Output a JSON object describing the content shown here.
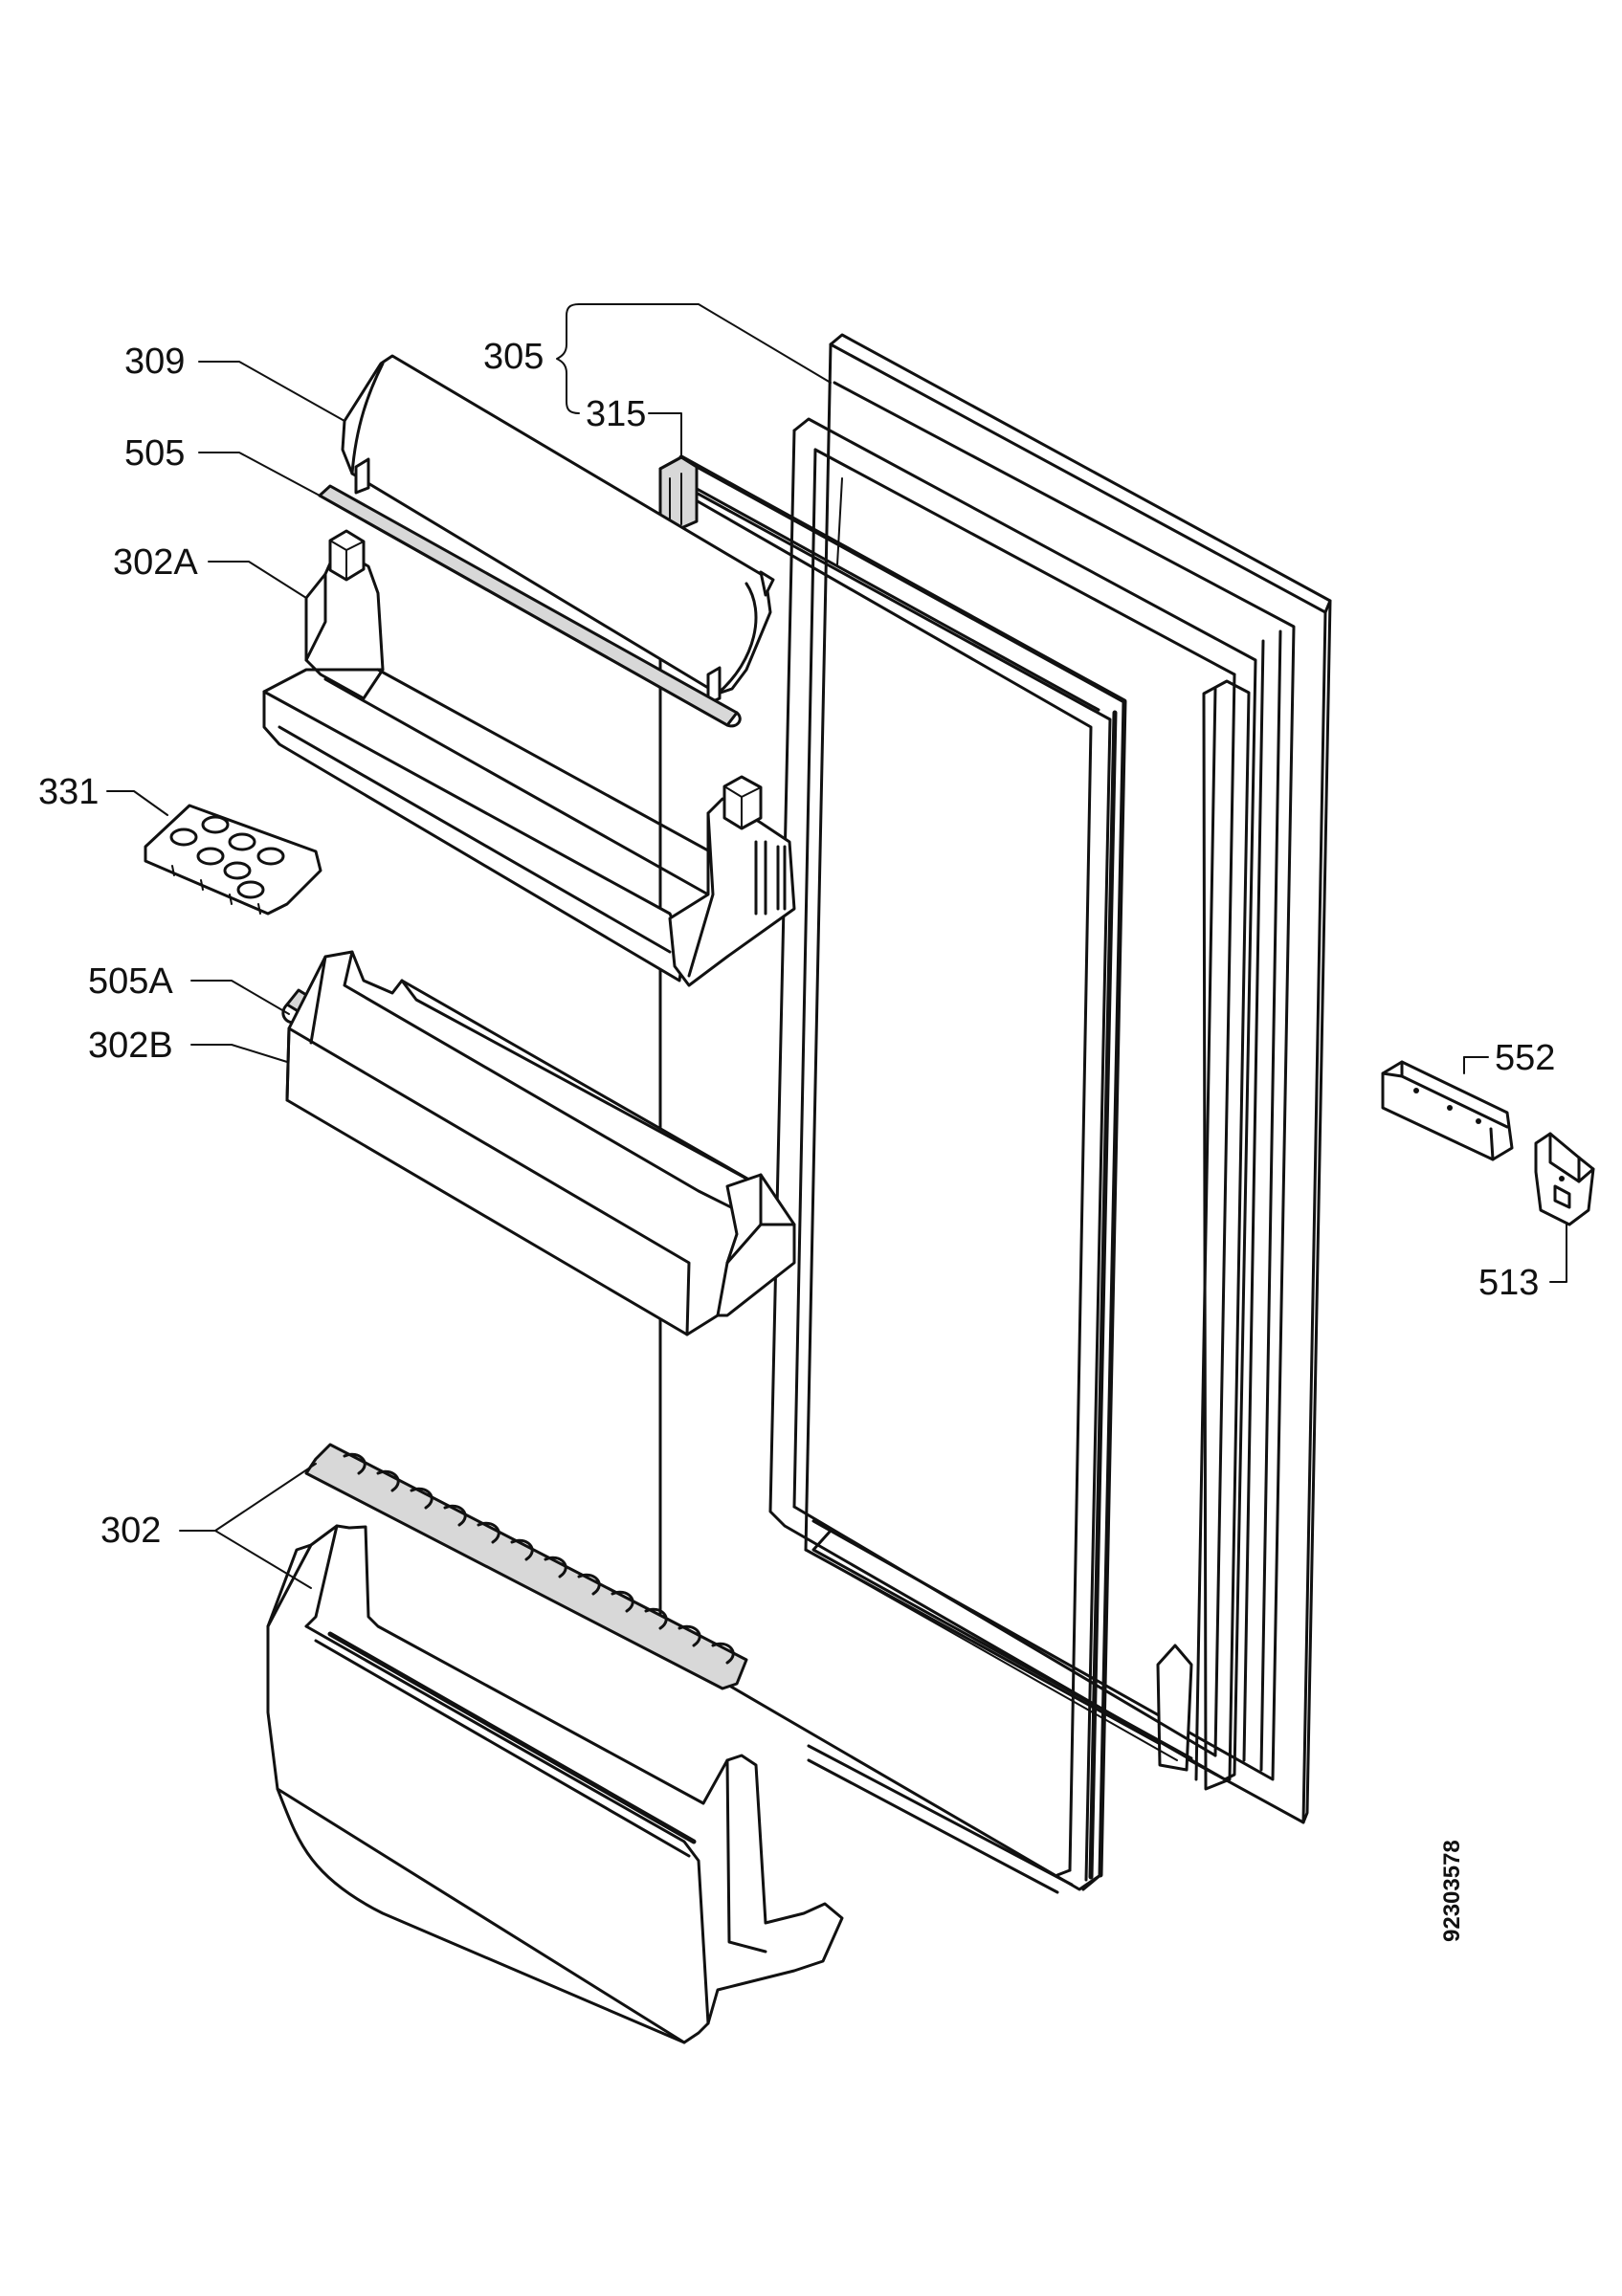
{
  "callouts": {
    "c309": "309",
    "c505": "505",
    "c302A": "302A",
    "c305": "305",
    "c315": "315",
    "c331": "331",
    "c505A": "505A",
    "c302B": "302B",
    "c552": "552",
    "c513": "513",
    "c302": "302"
  },
  "diagram_code": "92303578"
}
